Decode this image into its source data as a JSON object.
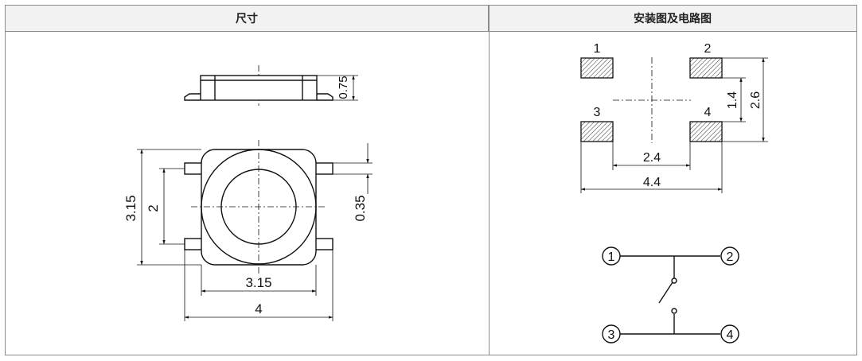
{
  "headers": {
    "dimensions": "尺寸",
    "mounting": "安装图及电路图"
  },
  "side_view": {
    "height": "0.75"
  },
  "top_view": {
    "body_height": "3.15",
    "pin_pitch": "2",
    "pin_width": "0.35",
    "body_width": "3.15",
    "overall_width": "4"
  },
  "footprint": {
    "pads": [
      "1",
      "2",
      "3",
      "4"
    ],
    "pad_pitch_y": "1.4",
    "overall_height": "2.6",
    "pad_inner_width": "2.4",
    "overall_width": "4.4"
  },
  "circuit": {
    "terminals": [
      "1",
      "2",
      "3",
      "4"
    ]
  }
}
